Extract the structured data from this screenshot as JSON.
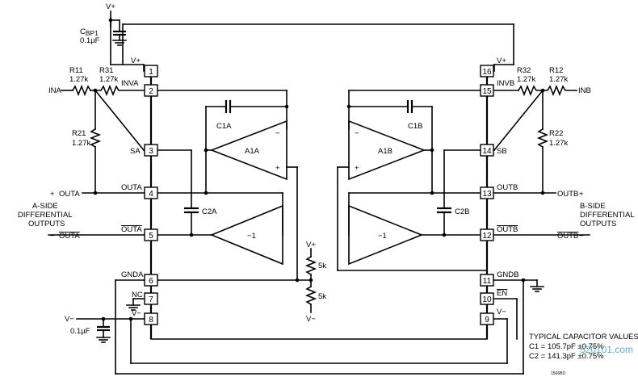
{
  "supply": {
    "vplus": "V+",
    "vminus": "V−"
  },
  "bypass_cap": {
    "name": "C",
    "sub": "BP1",
    "value": "0.1µF"
  },
  "vminus_cap": {
    "value": "0.1µF"
  },
  "chip": {
    "left_pins": [
      {
        "num": "1",
        "label": "V+"
      },
      {
        "num": "2",
        "label": "INVA"
      },
      {
        "num": "3",
        "label": "SA"
      },
      {
        "num": "4",
        "label": "OUTA"
      },
      {
        "num": "5",
        "label": "OUTA"
      },
      {
        "num": "6",
        "label": "GNDA"
      },
      {
        "num": "7",
        "label": "NC"
      },
      {
        "num": "8",
        "label": "V−"
      }
    ],
    "right_pins": [
      {
        "num": "16",
        "label": "V+"
      },
      {
        "num": "15",
        "label": "INVB"
      },
      {
        "num": "14",
        "label": "SB"
      },
      {
        "num": "13",
        "label": "OUTB"
      },
      {
        "num": "12",
        "label": "OUTB"
      },
      {
        "num": "11",
        "label": "GNDB"
      },
      {
        "num": "10",
        "label": "EN"
      },
      {
        "num": "9",
        "label": "V−"
      }
    ]
  },
  "resistors": {
    "r11": {
      "name": "R11",
      "value": "1.27k"
    },
    "r31": {
      "name": "R31",
      "value": "1.27k"
    },
    "r21": {
      "name": "R21",
      "value": "1.27k"
    },
    "r32": {
      "name": "R32",
      "value": "1.27k"
    },
    "r12": {
      "name": "R12",
      "value": "1.27k"
    },
    "r22": {
      "name": "R22",
      "value": "1.27k"
    },
    "div_top": {
      "value": "5k"
    },
    "div_bot": {
      "value": "5k"
    }
  },
  "caps": {
    "c1a": "C1A",
    "c1b": "C1B",
    "c2a": "C2A",
    "c2b": "C2B"
  },
  "amps": {
    "a1a": "A1A",
    "a1b": "A1B",
    "inv_a": "−1",
    "inv_b": "−1",
    "minus": "−",
    "plus": "+"
  },
  "ports": {
    "ina": "INA",
    "inb": "INB",
    "outa_plus": "+",
    "outa": "OUTA",
    "outa_minus": "−",
    "outa_bar": "OUTA",
    "outb": "OUTB",
    "outb_plus": "+",
    "outb_bar": "OUTB",
    "outb_minus": "−"
  },
  "side_labels": {
    "a": [
      "A-SIDE",
      "DIFFERENTIAL",
      "OUTPUTS"
    ],
    "b": [
      "B-SIDE",
      "DIFFERENTIAL",
      "OUTPUTS"
    ]
  },
  "divider": {
    "vplus": "V+",
    "vminus": "V−"
  },
  "notes": {
    "title": "TYPICAL CAPACITOR VALUES:",
    "c1": "C1 = 105.7pF ±0.75%",
    "c2": "C2 = 141.3pF ±0.75%"
  },
  "drawing_code": "1566BD",
  "watermark": "520101.com"
}
